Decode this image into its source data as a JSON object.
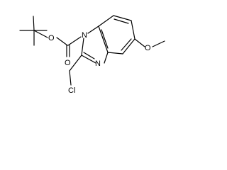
{
  "molecule": {
    "atoms": {
      "n1": "N",
      "n3": "N",
      "o_carbonyl": "O",
      "o_ester": "O",
      "o_methoxy": "O",
      "cl": "Cl"
    }
  },
  "colors": {
    "bond": "#000000",
    "text": "#000000",
    "background": "#ffffff"
  }
}
